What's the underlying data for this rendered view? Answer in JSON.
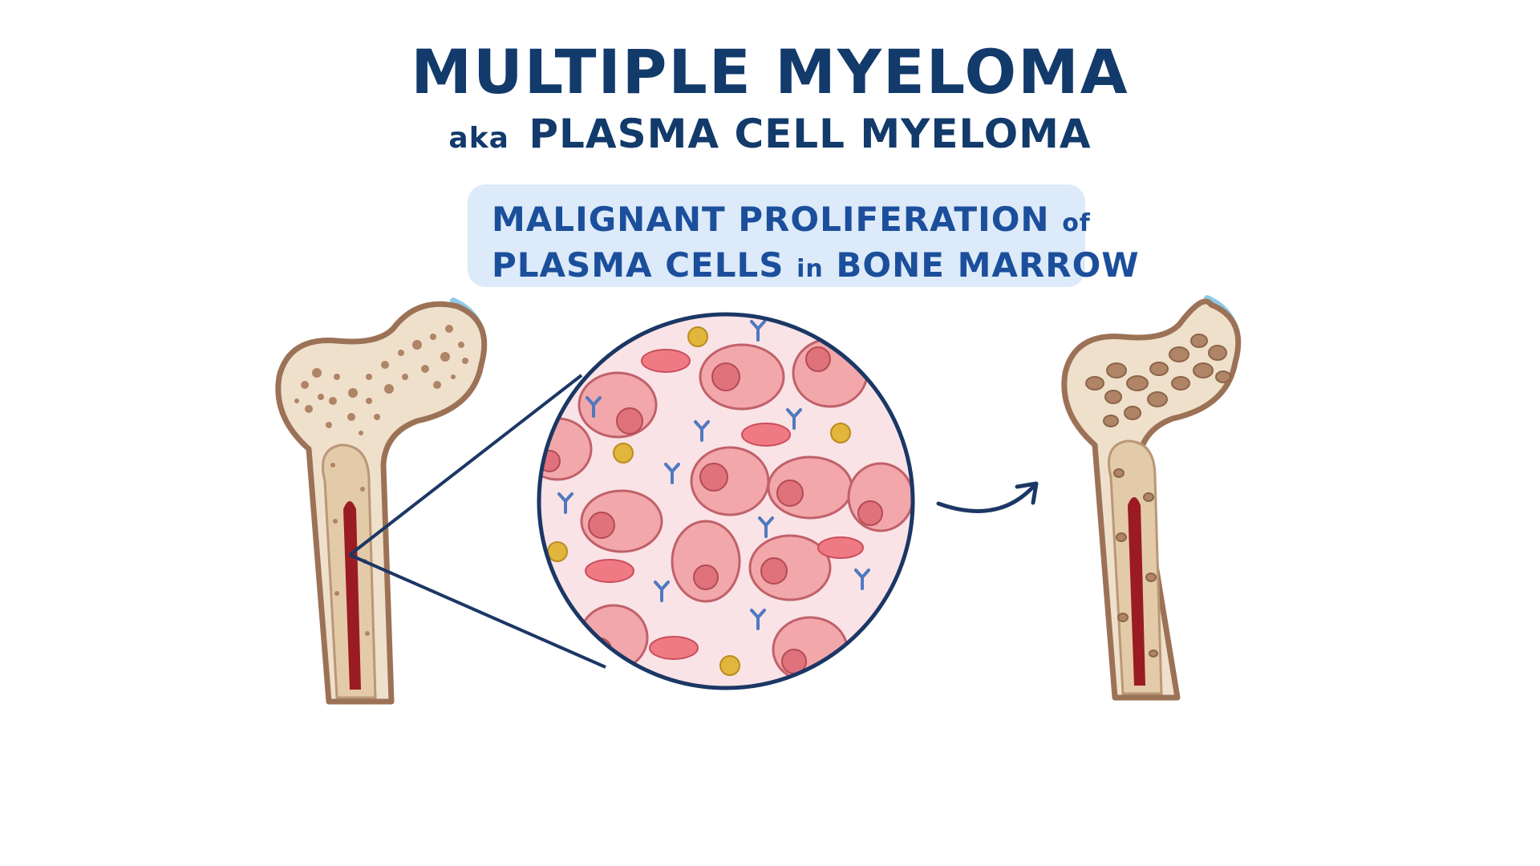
{
  "title": "MULTIPLE MYELOMA",
  "subtitle": {
    "prefix": "aka",
    "main": "PLASMA CELL MYELOMA"
  },
  "definition": {
    "line1_main": "MALIGNANT PROLIFERATION",
    "line1_small": "of",
    "line2_a": "PLASMA CELLS",
    "line2_small": "in",
    "line2_b": "BONE MARROW"
  },
  "colors": {
    "title": "#123a6b",
    "definition_text": "#1b4f9c",
    "definition_bg": "#dceaf9",
    "bone_outline": "#9c7256",
    "bone_fill": "#efe0cc",
    "marrow": "#9b1b22",
    "circle_bg": "#fae3e6",
    "plasma_cell": "#f2a7aa",
    "red_blood_cell": "#ef7a84",
    "antibody": "#4f79bf",
    "osteoclast": "#e2b53c",
    "line": "#1b3765"
  },
  "icons": [
    "femur-bone-normal",
    "femur-bone-lytic",
    "magnified-marrow-circle",
    "arrow-right-curved"
  ]
}
